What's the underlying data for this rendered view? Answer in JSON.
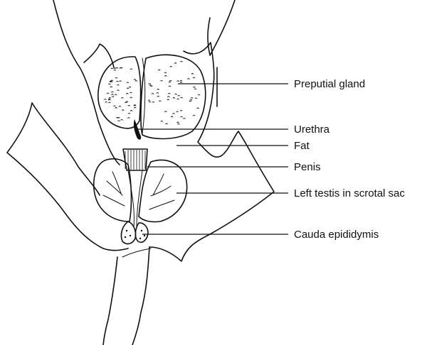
{
  "labels": {
    "preputial_gland": "Preputial gland",
    "urethra": "Urethra",
    "fat": "Fat",
    "penis": "Penis",
    "left_testis": "Left testis in scrotal sac",
    "cauda_epididymis": "Cauda epididymis"
  }
}
